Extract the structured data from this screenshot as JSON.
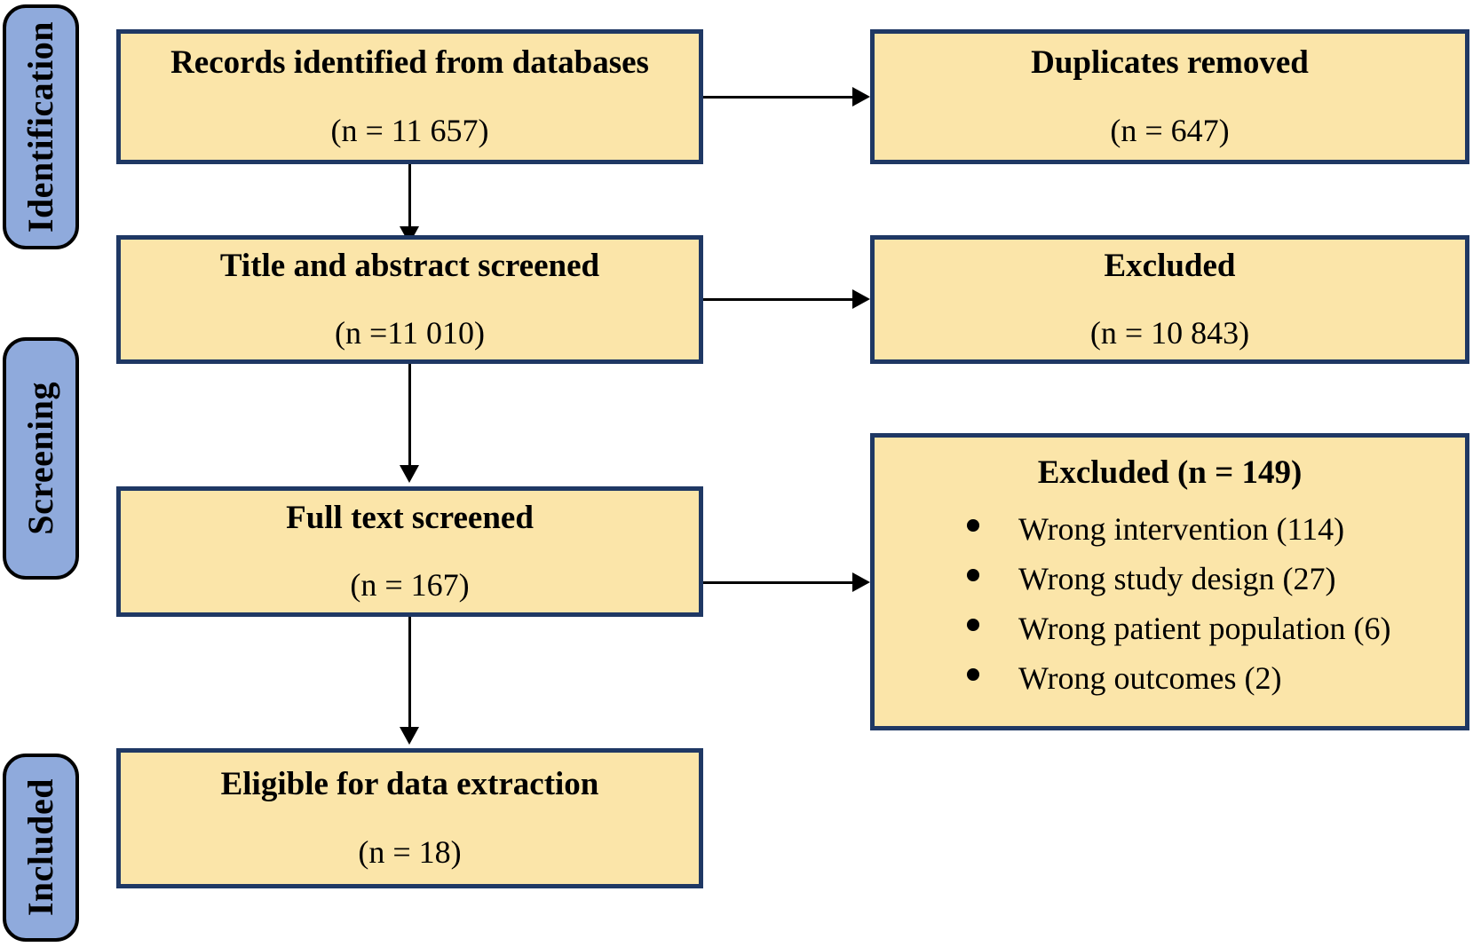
{
  "diagram": {
    "type": "prisma-flow-diagram",
    "stages": [
      {
        "id": "identification",
        "label": "Identification"
      },
      {
        "id": "screening",
        "label": "Screening"
      },
      {
        "id": "included",
        "label": "Included"
      }
    ],
    "boxes": [
      {
        "id": "records-identified",
        "title": "Records identified from databases",
        "count": "(n = 11 657)"
      },
      {
        "id": "duplicates-removed",
        "title": "Duplicates removed",
        "count": "(n = 647)"
      },
      {
        "id": "title-abstract-screened",
        "title": "Title and abstract screened",
        "count": "(n =11 010)"
      },
      {
        "id": "excluded-screening",
        "title": "Excluded",
        "count": "(n = 10 843)"
      },
      {
        "id": "full-text-screened",
        "title": "Full text screened",
        "count": "(n = 167)"
      },
      {
        "id": "eligible-data-extraction",
        "title": "Eligible for data extraction",
        "count": "(n = 18)"
      }
    ],
    "excluded_fulltext": {
      "heading": "Excluded (n = 149)",
      "reasons": [
        "Wrong intervention (114)",
        "Wrong study design (27)",
        "Wrong patient population (6)",
        "Wrong outcomes (2)"
      ]
    },
    "colors": {
      "box_fill": "#FBE5A9",
      "box_border": "#1F3864",
      "stage_fill": "#8FAADC",
      "stage_border": "#000000",
      "connector": "#000000"
    }
  }
}
